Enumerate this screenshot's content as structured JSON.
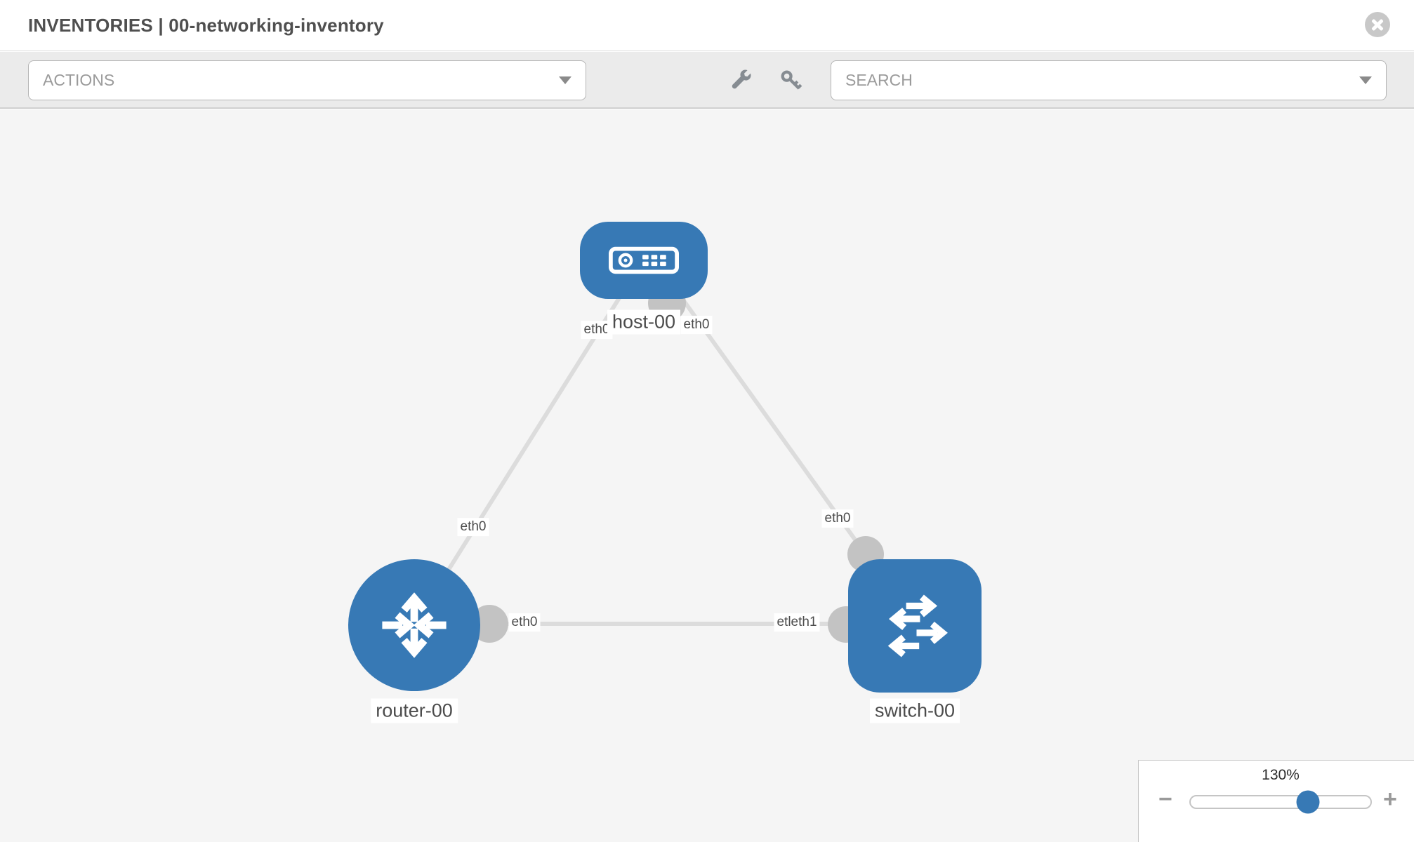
{
  "window": {
    "title": "INVENTORIES | 00-networking-inventory"
  },
  "toolbar": {
    "actions_label": "ACTIONS",
    "search_placeholder": "SEARCH",
    "tools": [
      {
        "icon": "wrench-icon"
      },
      {
        "icon": "key-icon"
      }
    ]
  },
  "topology": {
    "nodes": [
      {
        "id": "host-00",
        "type": "host",
        "label": "host-00"
      },
      {
        "id": "router-00",
        "type": "router",
        "label": "router-00"
      },
      {
        "id": "switch-00",
        "type": "switch",
        "label": "switch-00"
      }
    ],
    "links": [
      {
        "source": "host-00",
        "target": "router-00",
        "source_iface": "eth0",
        "target_iface": "eth0"
      },
      {
        "source": "host-00",
        "target": "switch-00",
        "source_iface": "eth0",
        "target_iface": "eth0"
      },
      {
        "source": "router-00",
        "target": "switch-00",
        "source_iface": "eth0",
        "target_iface": "etleth1"
      }
    ],
    "iface_labels": [
      {
        "text": "eth0"
      },
      {
        "text": "eth0"
      },
      {
        "text": "eth0"
      },
      {
        "text": "eth0"
      },
      {
        "text": "eth0"
      },
      {
        "text": "etleth1"
      }
    ]
  },
  "zoom_control": {
    "value": "130%",
    "percent": 65.4,
    "minus_label": "−",
    "plus_label": "+"
  },
  "colors": {
    "node-blue": "#3779b5",
    "link-gray": "#dcdcdc",
    "connector-gray": "#c3c3c3",
    "toolbar-bg": "#ebebeb",
    "canvas-bg": "#f5f5f5"
  }
}
